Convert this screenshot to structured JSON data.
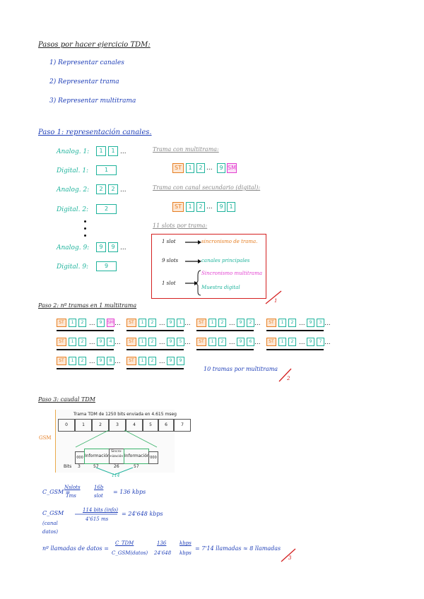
{
  "heading": "Pasos por hacer ejercicio TDM:",
  "steps": [
    "1) Representar canales",
    "2) Representar trama",
    "3) Representar multitrama"
  ],
  "step1": {
    "title": "Paso 1: representación canales.",
    "rows": [
      {
        "label": "Analog. 1:",
        "slots": [
          "1",
          "1"
        ],
        "dots": "..."
      },
      {
        "label": "Digital. 1:",
        "slots": [
          "1"
        ]
      },
      {
        "label": "Analog. 2:",
        "slots": [
          "2",
          "2"
        ],
        "dots": "..."
      },
      {
        "label": "Digital. 2:",
        "slots": [
          "2"
        ]
      },
      {
        "label": "Analog. 9:",
        "slots": [
          "9",
          "9"
        ],
        "dots": "..."
      },
      {
        "label": "Digital. 9:",
        "slots": [
          "9"
        ]
      }
    ],
    "trama_multitrama": "Trama con multitrama:",
    "trama_mt_slots": [
      "ST",
      "1",
      "2",
      "...",
      "9",
      "SM"
    ],
    "trama_digital": "Trama con canal secundario (digital):",
    "trama_dig_slots": [
      "ST",
      "1",
      "2",
      "...",
      "9",
      "1"
    ],
    "slots_title": "11 slots por trama:",
    "legend": {
      "l1": "1 slot",
      "l1_text": "sincronismo de trama.",
      "l2": "9 slots",
      "l2_text": "canales principales",
      "l3": "1 slot",
      "l3_a": "Sincronismo multitrama",
      "l3_b": "Muestra digital"
    },
    "mark": "1"
  },
  "step2": {
    "title": "Paso 2: nº tramas en 1 multitrama",
    "frames_row1": [
      [
        "ST",
        "1",
        "2",
        "...",
        "9",
        "SM"
      ],
      [
        "ST",
        "1",
        "2",
        "...",
        "9",
        "1"
      ],
      [
        "ST",
        "1",
        "2",
        "...",
        "9",
        "2"
      ],
      [
        "ST",
        "1",
        "2",
        "...",
        "9",
        "3"
      ]
    ],
    "frames_row2": [
      [
        "ST",
        "1",
        "2",
        "...",
        "9",
        "4"
      ],
      [
        "ST",
        "1",
        "2",
        "...",
        "9",
        "5"
      ],
      [
        "ST",
        "1",
        "2",
        "...",
        "9",
        "6"
      ],
      [
        "ST",
        "1",
        "2",
        "...",
        "9",
        "7"
      ]
    ],
    "frames_row3": [
      [
        "ST",
        "1",
        "2",
        "...",
        "9",
        "8"
      ],
      [
        "ST",
        "1",
        "2",
        "...",
        "9",
        "9"
      ]
    ],
    "dots": "...",
    "note": "10 tramas por multitrama",
    "mark": "2"
  },
  "step3": {
    "title": "Paso 3: caudal TDM",
    "figure": {
      "caption": "Trama TDM de 1250 bits enviada en 4.615 mseg",
      "slots": [
        "0",
        "1",
        "2",
        "3",
        "4",
        "5",
        "6",
        "7"
      ],
      "gsm": "GSM",
      "parts": [
        "000",
        "Información",
        "Sincro-\nnización",
        "Información",
        "000"
      ],
      "bits_label": "Bits",
      "num3": "3",
      "num57a": "57",
      "num26": "26",
      "num57b": "57",
      "num114": "114"
    },
    "f1_lhs": "C_GSM =",
    "f1_num": "Nslots",
    "f1_den": "Tms",
    "f1_num2": "16b",
    "f1_den2": "slot",
    "f1_res": "= 136 kbps",
    "f2_lhs": "C_GSM",
    "f2_sub": "(canal",
    "f2_sub2": "datos)",
    "f2_num": "114 bits (info)",
    "f2_den": "4'615 ms",
    "f2_res": "= 24'648 kbps",
    "f3_lhs": "nº llamadas de datos =",
    "f3_num": "C_TDM",
    "f3_den": "C_GSM(datos)",
    "f3_num2": "136",
    "f3_den2": "24'648",
    "f3_num3": "kbps",
    "f3_den3": "kbps",
    "f3_res": "= 7'14 llamadas ≈ 8 llamadas",
    "mark": "3"
  },
  "colors": {
    "blue": "#1f3fb8",
    "green": "#1fb39c",
    "orange": "#e67e22",
    "pink": "#e23fd0",
    "red": "#d42020"
  }
}
